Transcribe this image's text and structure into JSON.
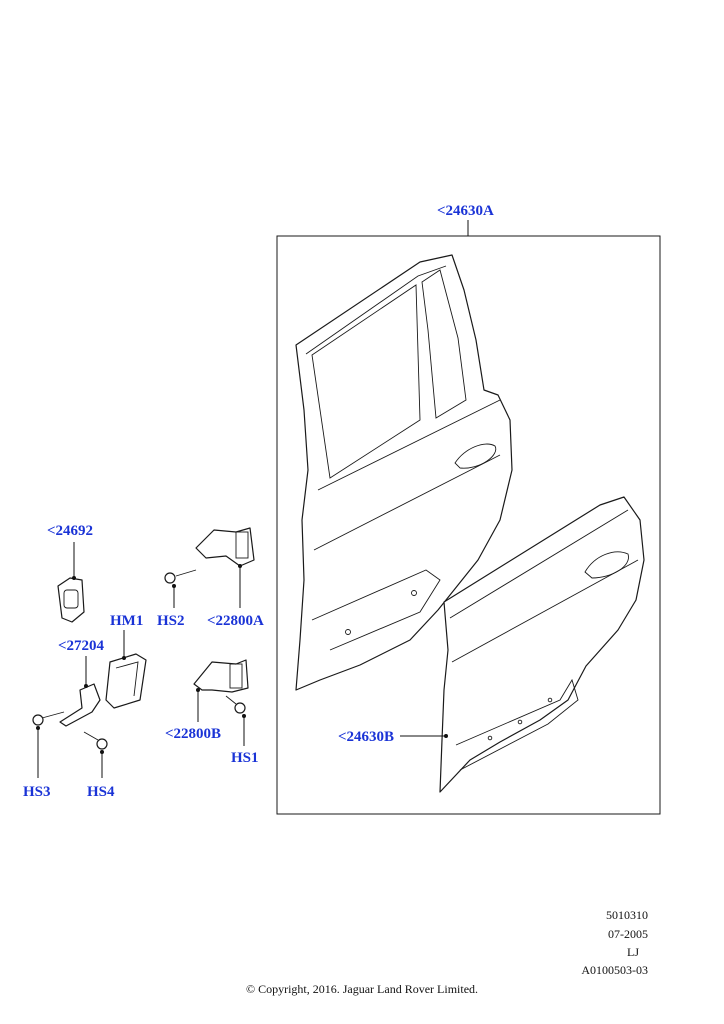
{
  "callouts": {
    "rear_door_assembly": "<24630A",
    "rear_door_shell": "<24630B",
    "door_check_cover": "<24692",
    "check_strap": "<27204",
    "hinge_upper": "<22800A",
    "hinge_lower": "<22800B",
    "hm1": "HM1",
    "hs1": "HS1",
    "hs2": "HS2",
    "hs3": "HS3",
    "hs4": "HS4"
  },
  "meta": {
    "code": "5010310",
    "date": "07-2005",
    "initials": "LJ",
    "ref": "A0100503-03"
  },
  "copyright": "© Copyright, 2016. Jaguar Land Rover Limited.",
  "colors": {
    "callout": "#1a33d6",
    "line": "#1a1a1a"
  }
}
